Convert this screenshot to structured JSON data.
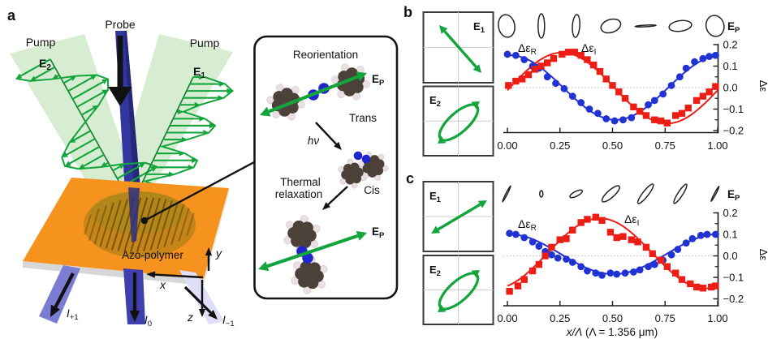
{
  "colors": {
    "green_arrow": "#13a53c",
    "green_dark": "#0b7d2e",
    "cone_green": "#cde9c6",
    "orange_slab": "#f6921e",
    "slab_edge_gray": "#d7d7d7",
    "fringe_brown": "#5c4708",
    "fringe_shade": "#8f7412",
    "probe_blue": "#31379e",
    "probe_dark": "#22266e",
    "beam_in_slab": "#2b2f82",
    "beam_plus1": "#7b7dd4",
    "beam_zero": "#3f3fae",
    "beam_minus1": "#dfdffa",
    "blue_marker": "#2132d4",
    "red_marker": "#ec1d15",
    "axis": "#1a1a1a",
    "zero_line_gray": "#bbbbbb",
    "box_gray": "#3a3a3a",
    "cross_gray": "#cfcfcf",
    "carbon": "#4b4139",
    "hydrogen": "#eadfe2",
    "hydrogen_edge": "#c9b6ba",
    "nitrogen": "#2026cf"
  },
  "panel_a": {
    "label": "a",
    "probe_label": "Probe",
    "pump_left_label": "Pump",
    "pump_right_label": "Pump",
    "beam_e2_label": {
      "main": "E",
      "sub": "2"
    },
    "beam_e1_label": {
      "main": "E",
      "sub": "1"
    },
    "sample_label": "Azo-polymer",
    "axis_x": "x",
    "axis_y": "y",
    "axis_z": "z",
    "order_plus1": {
      "main": "I",
      "sub": "+1"
    },
    "order_0": {
      "main": "I",
      "sub": "0"
    },
    "order_minus1": {
      "main": "I",
      "sub": "−1"
    },
    "inset": {
      "title": "Reorientation",
      "trans_label": "Trans",
      "photon_label": "hν",
      "cis_label": "Cis",
      "relax_line1": "Thermal",
      "relax_line2": "relaxation",
      "ep_top": {
        "main": "E",
        "sub": "P"
      },
      "ep_bottom": {
        "main": "E",
        "sub": "P"
      }
    }
  },
  "panels_bc": {
    "b": {
      "label": "b",
      "e1": {
        "main": "E",
        "sub": "1"
      },
      "e2": {
        "main": "E",
        "sub": "2"
      },
      "ep": {
        "main": "E",
        "sub": "P"
      }
    },
    "c": {
      "label": "c",
      "e1": {
        "main": "E",
        "sub": "1"
      },
      "e2": {
        "main": "E",
        "sub": "2"
      },
      "ep": {
        "main": "E",
        "sub": "P"
      }
    }
  },
  "chart_data": [
    {
      "id": "b",
      "type": "scatter",
      "title": "",
      "xlabel": "",
      "ylabel": "Δε",
      "xlim": [
        0,
        1
      ],
      "ylim": [
        -0.2,
        0.2
      ],
      "xticks": [
        [
          "0.00",
          0
        ],
        [
          "0.25",
          0.25
        ],
        [
          "0.50",
          0.5
        ],
        [
          "0.75",
          0.75
        ],
        [
          "1.00",
          1
        ]
      ],
      "yticks": [
        [
          "0.2",
          0.2
        ],
        [
          "0.1",
          0.1
        ],
        [
          "0.0",
          0
        ],
        [
          "−0.1",
          -0.1
        ],
        [
          "−0.2",
          -0.2
        ]
      ],
      "minor_yticks": [
        0.15,
        0.05,
        -0.05,
        -0.15
      ],
      "zero_line": true,
      "legend_position": "top-left-inside",
      "pol_ellipses": [
        {
          "a": 14,
          "b": 10,
          "angle": 100
        },
        {
          "a": 15,
          "b": 4,
          "angle": 90
        },
        {
          "a": 14,
          "b": 4.5,
          "angle": 86
        },
        {
          "a": 12.5,
          "b": 8,
          "angle": 18
        },
        {
          "a": 13,
          "b": 1,
          "angle": 3
        },
        {
          "a": 14,
          "b": 6.5,
          "angle": 8
        },
        {
          "a": 13,
          "b": 11,
          "angle": 105
        }
      ],
      "series": [
        {
          "name": "ΔεR",
          "label": {
            "main": "Δε",
            "sub": "R"
          },
          "marker": "circle",
          "color": "#2132d4",
          "fit": {
            "amp": 0.15,
            "phase": 0.015,
            "offset": 0
          },
          "points": [
            [
              0.0,
              0.155
            ],
            [
              0.04,
              0.15
            ],
            [
              0.08,
              0.13
            ],
            [
              0.12,
              0.1
            ],
            [
              0.15,
              0.09
            ],
            [
              0.19,
              0.05
            ],
            [
              0.23,
              0.02
            ],
            [
              0.27,
              -0.005
            ],
            [
              0.31,
              -0.04
            ],
            [
              0.35,
              -0.07
            ],
            [
              0.39,
              -0.1
            ],
            [
              0.43,
              -0.12
            ],
            [
              0.47,
              -0.145
            ],
            [
              0.51,
              -0.155
            ],
            [
              0.55,
              -0.15
            ],
            [
              0.59,
              -0.14
            ],
            [
              0.63,
              -0.11
            ],
            [
              0.67,
              -0.08
            ],
            [
              0.7,
              -0.06
            ],
            [
              0.74,
              -0.03
            ],
            [
              0.78,
              0.01
            ],
            [
              0.82,
              0.05
            ],
            [
              0.85,
              0.09
            ],
            [
              0.89,
              0.12
            ],
            [
              0.93,
              0.135
            ],
            [
              0.96,
              0.145
            ],
            [
              0.99,
              0.15
            ]
          ]
        },
        {
          "name": "ΔεI",
          "label": {
            "main": "Δε",
            "sub": "I"
          },
          "marker": "square",
          "color": "#ec1d15",
          "fit": {
            "amp": 0.165,
            "phase": 0.26,
            "offset": -0.002
          },
          "points": [
            [
              0.005,
              0.01
            ],
            [
              0.04,
              0.03
            ],
            [
              0.07,
              0.04
            ],
            [
              0.1,
              0.06
            ],
            [
              0.13,
              0.085
            ],
            [
              0.16,
              0.1
            ],
            [
              0.19,
              0.115
            ],
            [
              0.22,
              0.135
            ],
            [
              0.26,
              0.155
            ],
            [
              0.29,
              0.165
            ],
            [
              0.32,
              0.165
            ],
            [
              0.35,
              0.15
            ],
            [
              0.38,
              0.13
            ],
            [
              0.41,
              0.105
            ],
            [
              0.44,
              0.075
            ],
            [
              0.47,
              0.04
            ],
            [
              0.5,
              0.01
            ],
            [
              0.53,
              -0.02
            ],
            [
              0.56,
              -0.05
            ],
            [
              0.6,
              -0.09
            ],
            [
              0.63,
              -0.11
            ],
            [
              0.66,
              -0.13
            ],
            [
              0.7,
              -0.15
            ],
            [
              0.73,
              -0.155
            ],
            [
              0.76,
              -0.165
            ],
            [
              0.8,
              -0.13
            ],
            [
              0.83,
              -0.12
            ],
            [
              0.86,
              -0.095
            ],
            [
              0.9,
              -0.06
            ],
            [
              0.93,
              -0.04
            ],
            [
              0.96,
              -0.02
            ],
            [
              0.99,
              0.005
            ]
          ]
        }
      ]
    },
    {
      "id": "c",
      "type": "scatter",
      "title": "",
      "xlabel": "x/Λ (Λ = 1.356 μm)",
      "xlabel_italic": "x/Λ",
      "xlabel_rest": " (Λ = 1.356 μm)",
      "ylabel": "Δε",
      "xlim": [
        0,
        1
      ],
      "ylim": [
        -0.2,
        0.2
      ],
      "xticks": [
        [
          "0.00",
          0
        ],
        [
          "0.25",
          0.25
        ],
        [
          "0.50",
          0.5
        ],
        [
          "0.75",
          0.75
        ],
        [
          "1.00",
          1
        ]
      ],
      "yticks": [
        [
          "0.2",
          0.2
        ],
        [
          "0.1",
          0.1
        ],
        [
          "0.0",
          0
        ],
        [
          "−0.1",
          -0.1
        ],
        [
          "−0.2",
          -0.2
        ]
      ],
      "minor_yticks": [
        0.15,
        0.05,
        -0.05,
        -0.15
      ],
      "zero_line": true,
      "legend_position": "top-left-inside",
      "pol_ellipses": [
        {
          "a": 11,
          "b": 0.8,
          "angle": 63
        },
        {
          "a": 4,
          "b": 2,
          "angle": 90
        },
        {
          "a": 8.5,
          "b": 3,
          "angle": 27
        },
        {
          "a": 14,
          "b": 4.5,
          "angle": 42
        },
        {
          "a": 15,
          "b": 3.5,
          "angle": 52
        },
        {
          "a": 14,
          "b": 3,
          "angle": 57
        },
        {
          "a": 10.5,
          "b": 0.8,
          "angle": 62
        }
      ],
      "series": [
        {
          "name": "ΔεR",
          "label": {
            "main": "Δε",
            "sub": "R"
          },
          "marker": "circle",
          "color": "#2132d4",
          "fit": {
            "amp": 0.093,
            "phase": 0.005,
            "offset": 0.008
          },
          "points": [
            [
              0.01,
              0.105
            ],
            [
              0.04,
              0.1
            ],
            [
              0.08,
              0.085
            ],
            [
              0.12,
              0.065
            ],
            [
              0.15,
              0.045
            ],
            [
              0.18,
              0.02
            ],
            [
              0.21,
              0.005
            ],
            [
              0.24,
              -0.01
            ],
            [
              0.28,
              -0.015
            ],
            [
              0.31,
              -0.03
            ],
            [
              0.35,
              -0.05
            ],
            [
              0.38,
              -0.07
            ],
            [
              0.42,
              -0.08
            ],
            [
              0.45,
              -0.09
            ],
            [
              0.49,
              -0.08
            ],
            [
              0.52,
              -0.085
            ],
            [
              0.56,
              -0.08
            ],
            [
              0.6,
              -0.075
            ],
            [
              0.63,
              -0.065
            ],
            [
              0.67,
              -0.05
            ],
            [
              0.7,
              -0.04
            ],
            [
              0.74,
              -0.02
            ],
            [
              0.78,
              0.005
            ],
            [
              0.81,
              0.03
            ],
            [
              0.85,
              0.06
            ],
            [
              0.88,
              0.08
            ],
            [
              0.92,
              0.095
            ],
            [
              0.95,
              0.1
            ],
            [
              0.99,
              0.1
            ]
          ]
        },
        {
          "name": "ΔεI",
          "label": {
            "main": "Δε",
            "sub": "I"
          },
          "marker": "square",
          "color": "#ec1d15",
          "fit": {
            "amp": 0.163,
            "phase": 0.44,
            "offset": 0.012
          },
          "points": [
            [
              0.01,
              -0.165
            ],
            [
              0.05,
              -0.14
            ],
            [
              0.08,
              -0.11
            ],
            [
              0.12,
              -0.07
            ],
            [
              0.15,
              -0.04
            ],
            [
              0.18,
              0.0
            ],
            [
              0.21,
              0.04
            ],
            [
              0.25,
              0.075
            ],
            [
              0.28,
              0.08
            ],
            [
              0.31,
              0.12
            ],
            [
              0.35,
              0.155
            ],
            [
              0.38,
              0.17
            ],
            [
              0.42,
              0.18
            ],
            [
              0.45,
              0.165
            ],
            [
              0.49,
              0.11
            ],
            [
              0.52,
              0.085
            ],
            [
              0.55,
              0.09
            ],
            [
              0.59,
              0.075
            ],
            [
              0.62,
              0.065
            ],
            [
              0.66,
              0.04
            ],
            [
              0.69,
              0.01
            ],
            [
              0.73,
              -0.02
            ],
            [
              0.76,
              -0.05
            ],
            [
              0.8,
              -0.08
            ],
            [
              0.83,
              -0.11
            ],
            [
              0.87,
              -0.13
            ],
            [
              0.9,
              -0.145
            ],
            [
              0.93,
              -0.15
            ],
            [
              0.97,
              -0.145
            ],
            [
              0.99,
              -0.14
            ]
          ]
        }
      ]
    }
  ]
}
